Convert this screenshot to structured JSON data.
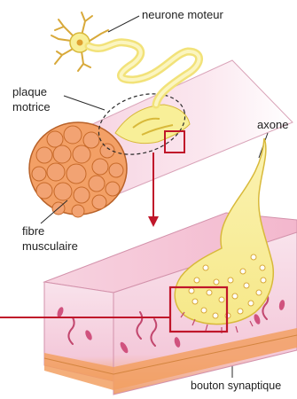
{
  "labels": {
    "motor_neuron": "neurone moteur",
    "motor_endplate_line1": "plaque",
    "motor_endplate_line2": "motrice",
    "axon": "axone",
    "muscle_fiber_line1": "fibre",
    "muscle_fiber_line2": "musculaire",
    "synaptic_button": "bouton synaptique"
  },
  "colors": {
    "background": "#ffffff",
    "highlight_box": "#c0162a",
    "axon_fill": "#f8ef98",
    "axon_stroke": "#d8b93a",
    "fiber_top": "#f2c2d3",
    "fiber_front": "#f6dce6",
    "fiber_orange": "#f2a063",
    "fibril_fill": "#f29f68",
    "fibril_stroke": "#c76a2a",
    "vesicle": "#ffffff",
    "leader_line": "#2a2a2a"
  }
}
